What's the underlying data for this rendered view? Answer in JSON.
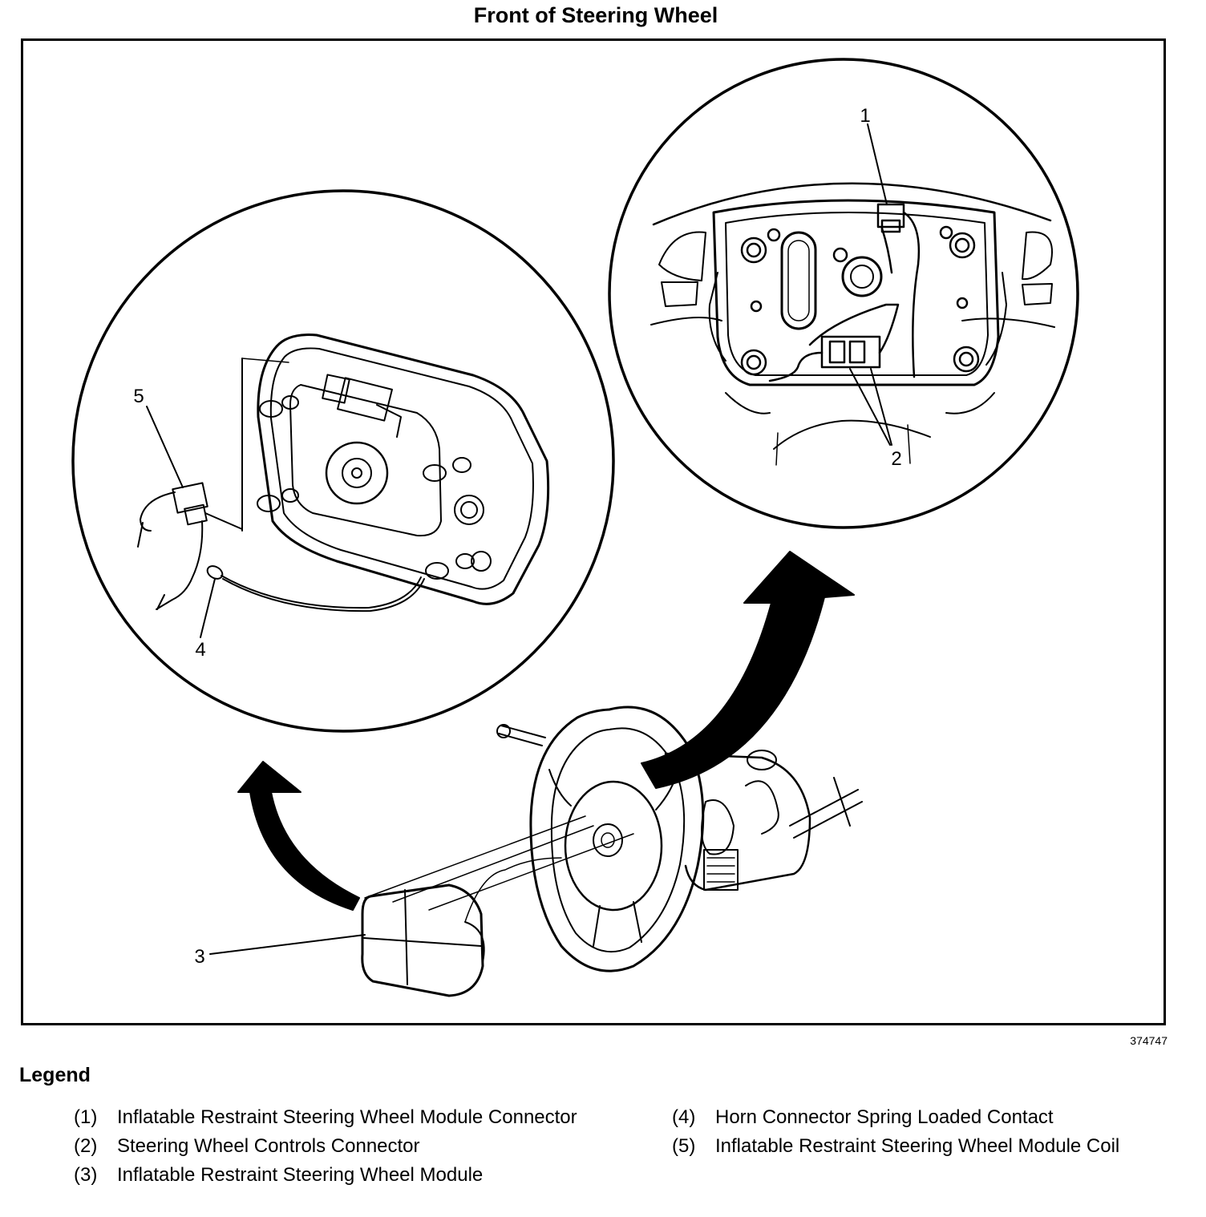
{
  "title": "Front of Steering Wheel",
  "figure_id": "374747",
  "callouts": {
    "c1": "1",
    "c2": "2",
    "c3": "3",
    "c4": "4",
    "c5": "5"
  },
  "legend": {
    "heading": "Legend",
    "items": [
      {
        "num": "(1)",
        "text": "Inflatable Restraint Steering Wheel Module Connector"
      },
      {
        "num": "(2)",
        "text": "Steering Wheel Controls Connector"
      },
      {
        "num": "(3)",
        "text": "Inflatable Restraint Steering Wheel Module"
      },
      {
        "num": "(4)",
        "text": "Horn Connector Spring Loaded Contact"
      },
      {
        "num": "(5)",
        "text": "Inflatable Restraint Steering Wheel Module Coil"
      }
    ]
  }
}
